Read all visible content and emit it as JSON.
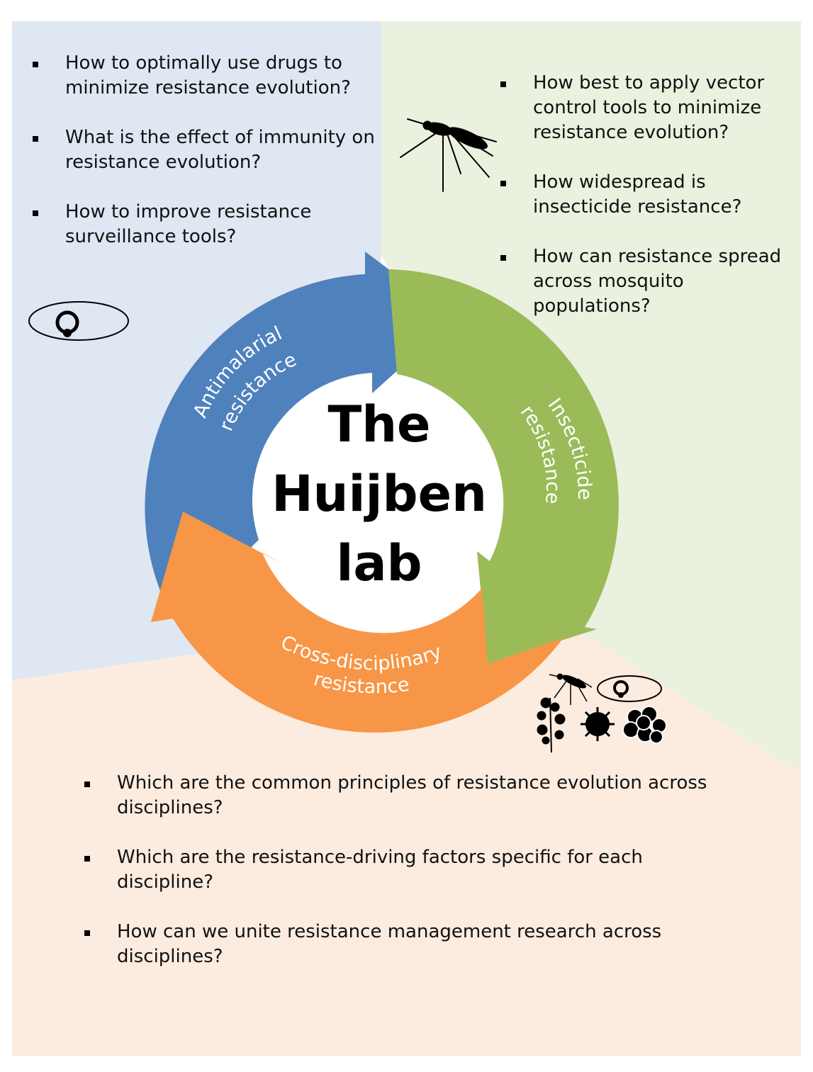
{
  "regions": {
    "left": {
      "color": "#dfe7f2",
      "questions": [
        "How to optimally use drugs to minimize resistance evolution?",
        "What is the effect of immunity on resistance evolution?",
        "How to improve resistance surveillance tools?"
      ]
    },
    "right": {
      "color": "#ebf1df",
      "questions": [
        "How best to apply vector control tools to minimize resistance evolution?",
        "How widespread is insecticide resistance?",
        "How can resistance spread across  mosquito populations?"
      ]
    },
    "bottom": {
      "color": "#fcebdf",
      "questions": [
        "Which are the common principles of resistance evolution across disciplines?",
        "Which are the resistance-driving factors specific for each discipline?",
        "How can we unite resistance management research across disciplines?"
      ]
    }
  },
  "cycle": {
    "center_lines": [
      "The",
      "Huijben",
      "lab"
    ],
    "arrows": [
      {
        "name": "antimalarial",
        "color": "#4f81bd",
        "lines": [
          "Antimalarial",
          "resistance"
        ]
      },
      {
        "name": "insecticide",
        "color": "#9bbb59",
        "lines": [
          "Insecticide",
          "resistance"
        ]
      },
      {
        "name": "cross",
        "color": "#f79646",
        "lines": [
          "Cross-disciplinary",
          "resistance"
        ]
      }
    ]
  },
  "icons": [
    "parasite-icon",
    "mosquito-icon",
    "plant-icon",
    "virus-icon",
    "cell-cluster-icon"
  ]
}
